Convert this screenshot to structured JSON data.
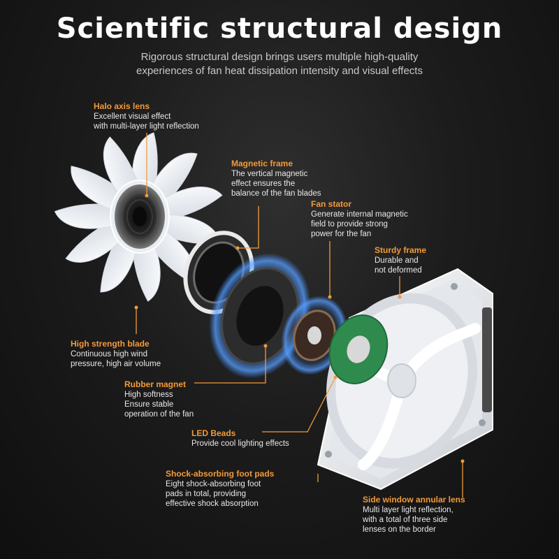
{
  "header": {
    "title": "Scientific structural design",
    "subtitle_lines": [
      "Rigorous structural design brings users multiple high-quality",
      "experiences of fan heat dissipation intensity and visual effects"
    ]
  },
  "callouts": {
    "halo": {
      "title": "Halo axis lens",
      "lines": [
        "Excellent visual effect",
        "with multi-layer light reflection"
      ]
    },
    "magnetic_frame": {
      "title": "Magnetic frame",
      "lines": [
        "The vertical magnetic",
        "effect ensures the",
        "balance of the fan blades"
      ]
    },
    "fan_stator": {
      "title": "Fan stator",
      "lines": [
        "Generate internal magnetic",
        "field to provide strong",
        "power for the fan"
      ]
    },
    "sturdy_frame": {
      "title": "Sturdy frame",
      "lines": [
        "Durable and",
        "not deformed"
      ]
    },
    "blade": {
      "title": "High strength blade",
      "lines": [
        "Continuous high wind",
        "pressure, high air volume"
      ]
    },
    "rubber_magnet": {
      "title": "Rubber magnet",
      "lines": [
        "High softness",
        "Ensure stable",
        "operation of the fan"
      ]
    },
    "led_beads": {
      "title": "LED Beads",
      "lines": [
        "Provide cool lighting effects"
      ]
    },
    "foot_pads": {
      "title": "Shock-absorbing foot pads",
      "lines": [
        "Eight shock-absorbing foot",
        "pads in total, providing",
        "effective shock absorption"
      ]
    },
    "side_window": {
      "title": "Side window annular lens",
      "lines": [
        "Multi layer light reflection,",
        "with a total of three side",
        "lenses on the border"
      ]
    }
  },
  "colors": {
    "accent": "#f39a3a",
    "background": "#1c1c1c",
    "glow": "#3f8cff",
    "fan_white": "#f2f4f7"
  }
}
